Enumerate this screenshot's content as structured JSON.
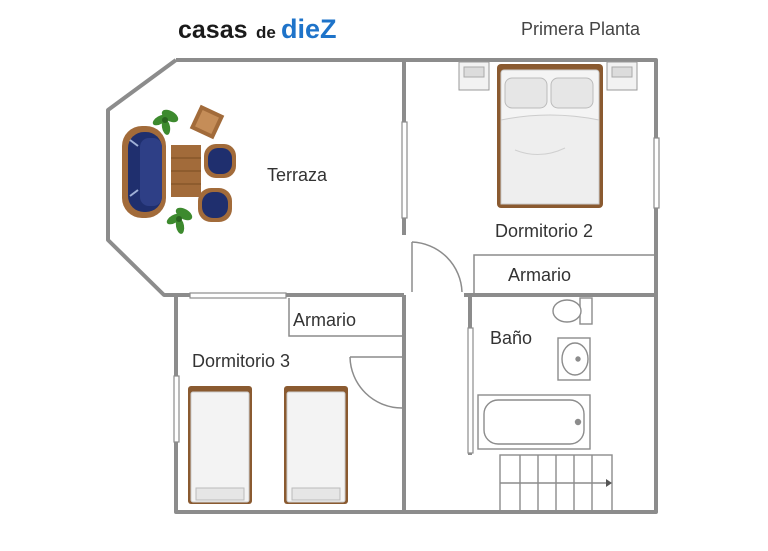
{
  "logo": {
    "part1": "casas",
    "part2": "de",
    "part3": "dieZ",
    "color_dark": "#1a1a1a",
    "color_accent": "#1e73c9"
  },
  "floor_label": "Primera Planta",
  "rooms": {
    "terraza": "Terraza",
    "dormitorio2": "Dormitorio 2",
    "armario_top": "Armario",
    "armario_left": "Armario",
    "dormitorio3": "Dormitorio 3",
    "bano": "Baño"
  },
  "colors": {
    "wall": "#8c8c8c",
    "sofa_blue": "#1f2f6e",
    "wood": "#a26b3a",
    "plant": "#3d8a2e",
    "line": "#777777"
  },
  "icons": [
    "sofa-icon",
    "coffee-table-icon",
    "plant-icon",
    "double-bed-icon",
    "single-bed-icon",
    "toilet-icon",
    "sink-icon",
    "bathtub-icon",
    "stairs-icon",
    "nightstand-icon"
  ]
}
